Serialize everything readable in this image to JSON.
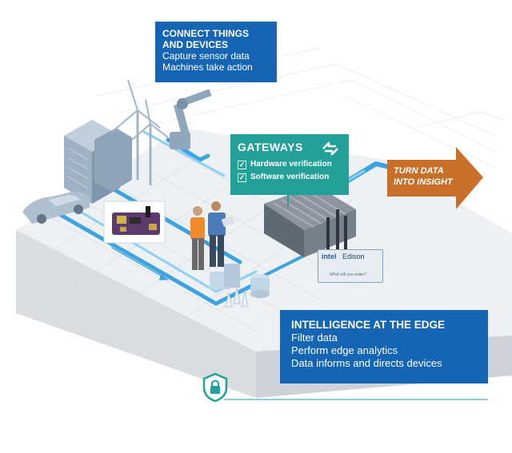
{
  "connect": {
    "title": "CONNECT THINGS\nAND DEVICES",
    "lines": [
      "Capture sensor data",
      "Machines take action"
    ]
  },
  "gateways": {
    "title": "GATEWAYS",
    "items": [
      "Hardware verification",
      "Software verification"
    ],
    "icon": "intel-gateway-logo-icon"
  },
  "insight": {
    "label": "TURN DATA\nINTO INSIGHT",
    "color": "#c8702a"
  },
  "edge": {
    "title": "INTELLIGENCE AT THE EDGE",
    "lines": [
      "Filter data",
      "Perform edge analytics",
      "Data informs and directs devices"
    ]
  },
  "edison": {
    "brand": "intel",
    "name": "Edison",
    "tagline": "What will you make?"
  },
  "security": {
    "icon": "shield-lock-icon"
  },
  "colors": {
    "callout_blue": "#1565b4",
    "gateway_teal": "#23a199",
    "flow_blue": "#3aa3e0",
    "platform_grey": "#e9ecef"
  }
}
